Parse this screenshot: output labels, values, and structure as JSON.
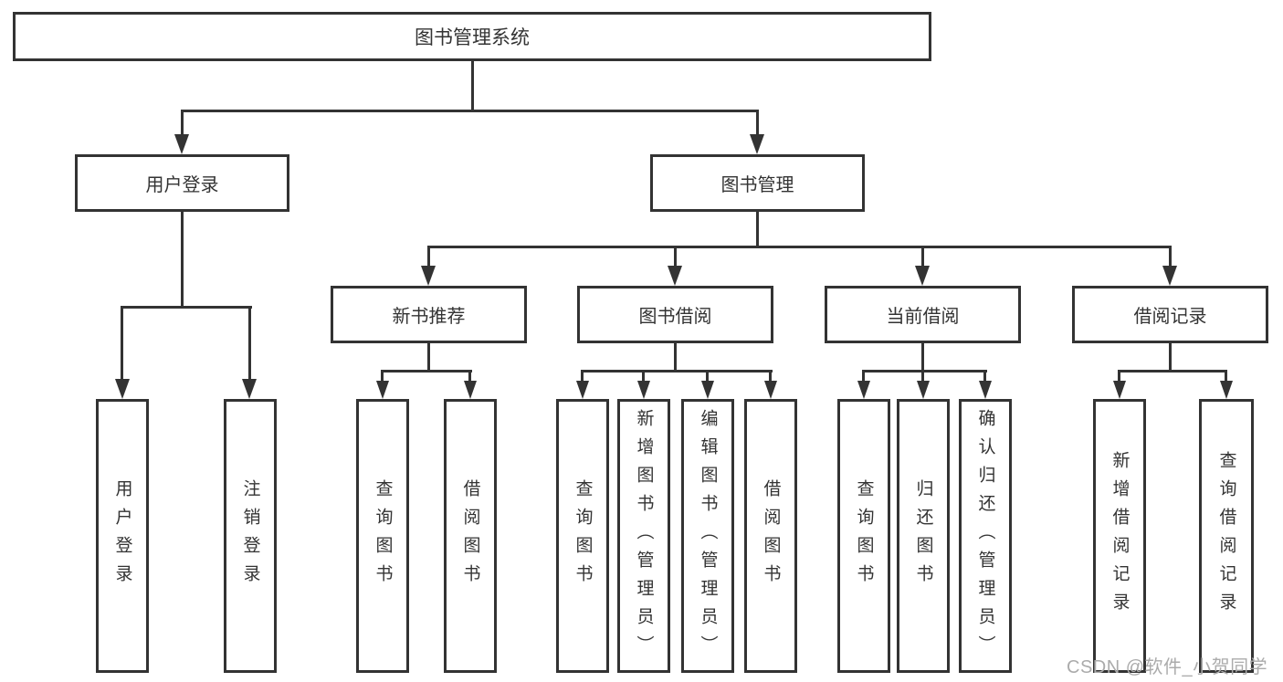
{
  "diagram": {
    "root": {
      "label": "图书管理系统"
    },
    "branches": [
      {
        "label": "用户登录",
        "children": [
          {
            "label": "用户登录"
          },
          {
            "label": "注销登录"
          }
        ]
      },
      {
        "label": "图书管理",
        "children": [
          {
            "label": "新书推荐",
            "children": [
              {
                "label": "查询图书"
              },
              {
                "label": "借阅图书"
              }
            ]
          },
          {
            "label": "图书借阅",
            "children": [
              {
                "label": "查询图书"
              },
              {
                "label": "新增图书（管理员）"
              },
              {
                "label": "编辑图书（管理员）"
              },
              {
                "label": "借阅图书"
              }
            ]
          },
          {
            "label": "当前借阅",
            "children": [
              {
                "label": "查询图书"
              },
              {
                "label": "归还图书"
              },
              {
                "label": "确认归还（管理员）"
              }
            ]
          },
          {
            "label": "借阅记录",
            "children": [
              {
                "label": "新增借阅记录"
              },
              {
                "label": "查询借阅记录"
              }
            ]
          }
        ]
      }
    ]
  },
  "watermark": {
    "text": "CSDN @软件_小贺同学"
  },
  "colors": {
    "line": "#333333",
    "text": "#333333",
    "background": "#ffffff",
    "watermark": "#ababab"
  }
}
